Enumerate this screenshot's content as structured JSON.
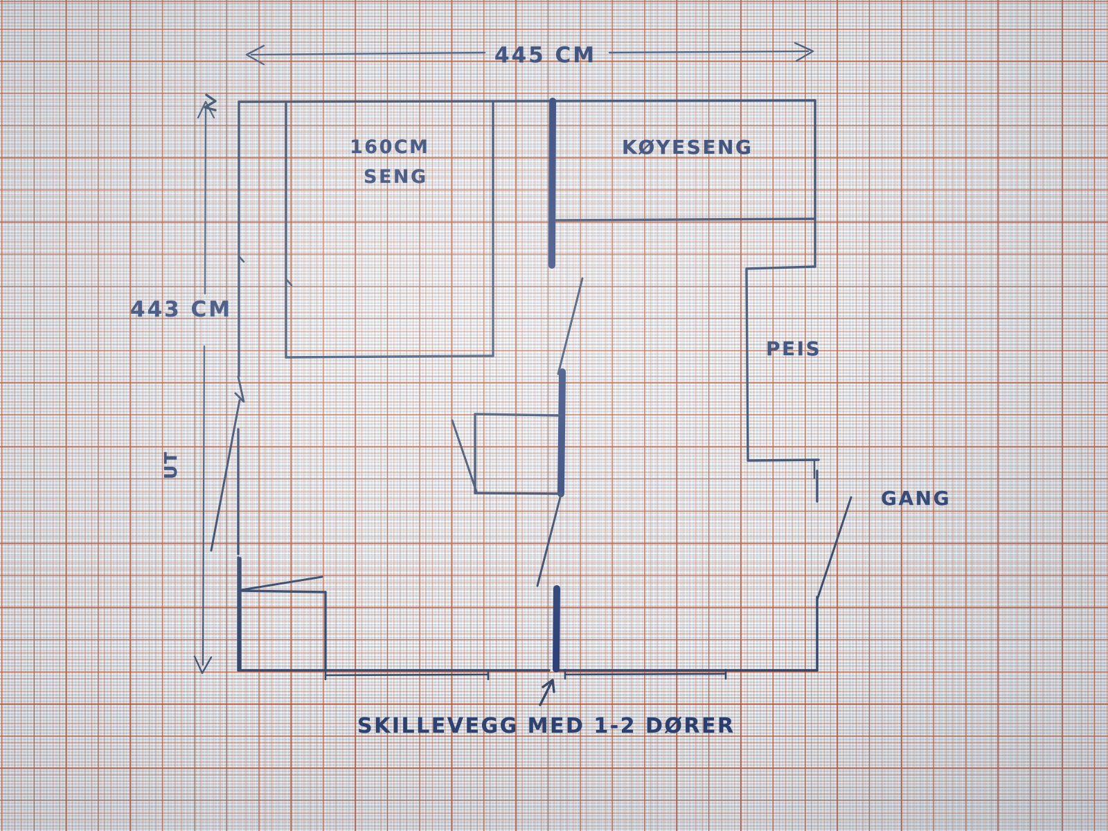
{
  "document": {
    "kind": "hand-drawn-floor-plan",
    "medium": "blue ballpoint pen on orange graph paper",
    "language": "Norwegian"
  },
  "dimensions": {
    "width_label": "445 CM",
    "height_label": "443 CM"
  },
  "labels": {
    "bed_size": "160CM",
    "bed_word": "SENG",
    "bunk_bed": "KØYESENG",
    "fireplace": "PEIS",
    "hallway": "GANG",
    "exit": "UT",
    "partition_note": "SKILLEVEGG MED 1-2 DØRER"
  },
  "colors": {
    "ink": "#2b3f63",
    "ink_heavy": "#1e3570",
    "grid_fine": "#c46848",
    "grid_bold": "#ba5230",
    "paper": "#e3e8ec"
  },
  "chart_data": {
    "type": "diagram",
    "title": "Room layout sketch",
    "room": {
      "outer_width_cm": 445,
      "outer_height_cm": 443
    },
    "elements": [
      {
        "name": "160cm seng",
        "label": "160CM SENG",
        "kind": "bed",
        "region": "upper-left"
      },
      {
        "name": "koyeseng",
        "label": "KØYESENG",
        "kind": "bunk-bed",
        "region": "upper-right"
      },
      {
        "name": "peis",
        "label": "PEIS",
        "kind": "fireplace",
        "region": "right-middle"
      },
      {
        "name": "gang",
        "label": "GANG",
        "kind": "hallway",
        "region": "lower-right-outside"
      },
      {
        "name": "ut",
        "label": "UT",
        "kind": "exit-door",
        "region": "left-wall"
      },
      {
        "name": "skillevegg",
        "label": "SKILLEVEGG MED 1-2 DØRER",
        "kind": "partition-wall",
        "region": "center-vertical"
      }
    ]
  }
}
